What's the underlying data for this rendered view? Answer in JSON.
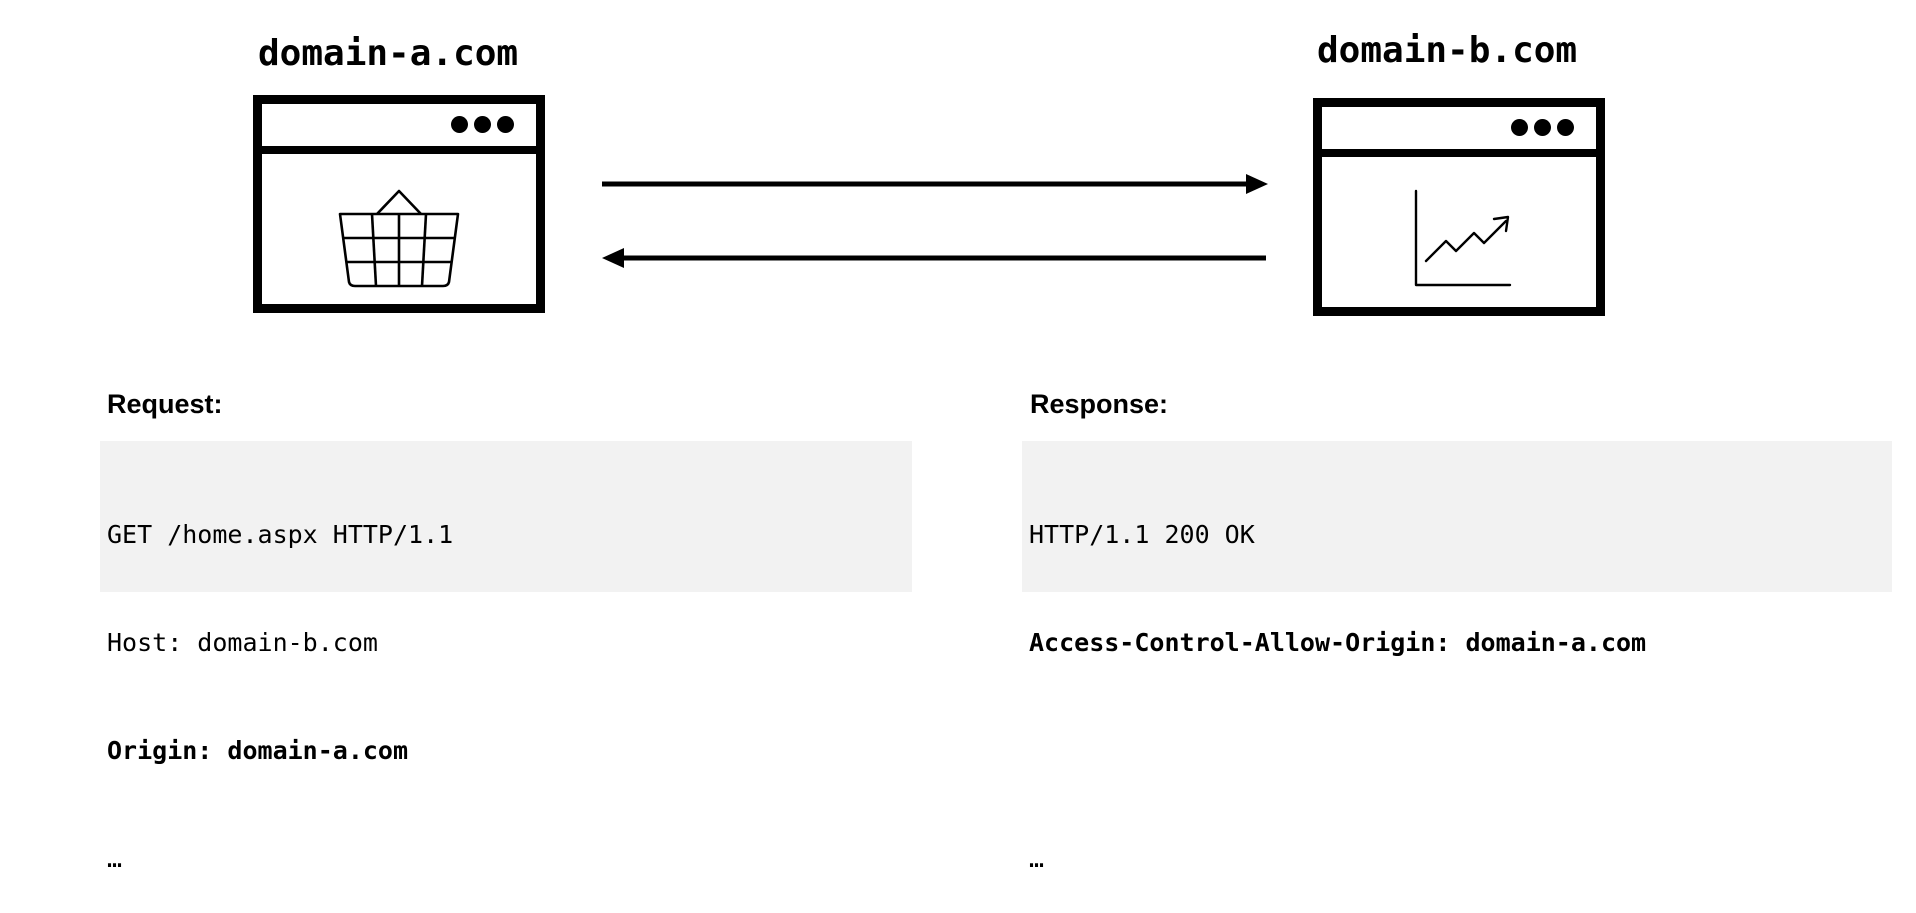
{
  "left_domain": {
    "title": "domain-a.com",
    "icon": "shopping-basket-icon"
  },
  "right_domain": {
    "title": "domain-b.com",
    "icon": "line-chart-icon"
  },
  "request": {
    "label": "Request:",
    "lines": [
      {
        "text": "GET /home.aspx HTTP/1.1",
        "bold": false
      },
      {
        "text": "Host: domain-b.com",
        "bold": false
      },
      {
        "text": "Origin: domain-a.com",
        "bold": true
      },
      {
        "text": "…",
        "bold": false
      }
    ]
  },
  "response": {
    "label": "Response:",
    "lines": [
      {
        "text": "HTTP/1.1 200 OK",
        "bold": false
      },
      {
        "text": "Access-Control-Allow-Origin: domain-a.com",
        "bold": true
      },
      {
        "text": "",
        "bold": false
      },
      {
        "text": "…",
        "bold": false
      }
    ]
  }
}
